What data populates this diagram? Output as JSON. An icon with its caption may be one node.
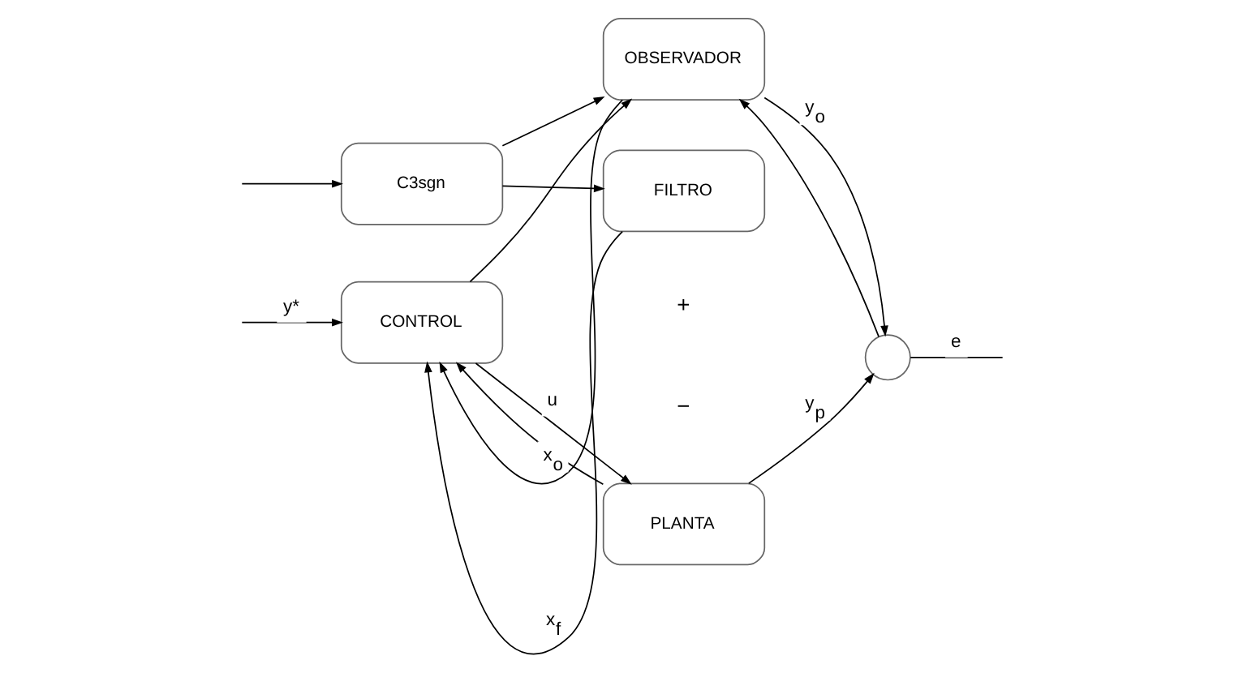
{
  "diagram": {
    "nodes": [
      {
        "text": [
          "CONTROL"
        ]
      },
      {
        "text": [
          "PLANTA"
        ]
      },
      {
        "text": [],
        "shape": "circle"
      },
      {
        "text": [
          "OBSERVADOR"
        ]
      },
      {
        "text": [
          "FILTRO"
        ]
      },
      {
        "text": [
          "C3sgn"
        ]
      }
    ],
    "edges": [
      {
        "from": null,
        "to": 0,
        "arrow": "to",
        "label": "y*"
      },
      {
        "from": 0,
        "to": 1,
        "arrow": "to",
        "label": "u"
      },
      {
        "from": 0,
        "to": 3,
        "arrow": "to"
      },
      {
        "from": 1,
        "to": 2,
        "arrow": "to",
        "label": "y$_{p}$"
      },
      {
        "from": 1,
        "to": 0,
        "arrow": "to"
      },
      {
        "from": 3,
        "to": 2,
        "arrow": "to",
        "label": "y$_{o}$"
      },
      {
        "from": 3,
        "to": 0,
        "arrow": "to",
        "label": "x$_{o}$"
      },
      {
        "from": 2,
        "to": 3,
        "arrow": "to"
      },
      {
        "from": 2,
        "to": null,
        "arrow": "none",
        "label": "e"
      },
      {
        "from": 5,
        "to": 4,
        "arrow": "to"
      },
      {
        "from": 5,
        "to": 3,
        "arrow": "to"
      },
      {
        "from": 4,
        "to": 0,
        "arrow": "to",
        "label": "x$_{f}$"
      },
      {
        "from": null,
        "to": 5,
        "arrow": "to"
      }
    ],
    "labels": [
      "+",
      "−"
    ]
  }
}
